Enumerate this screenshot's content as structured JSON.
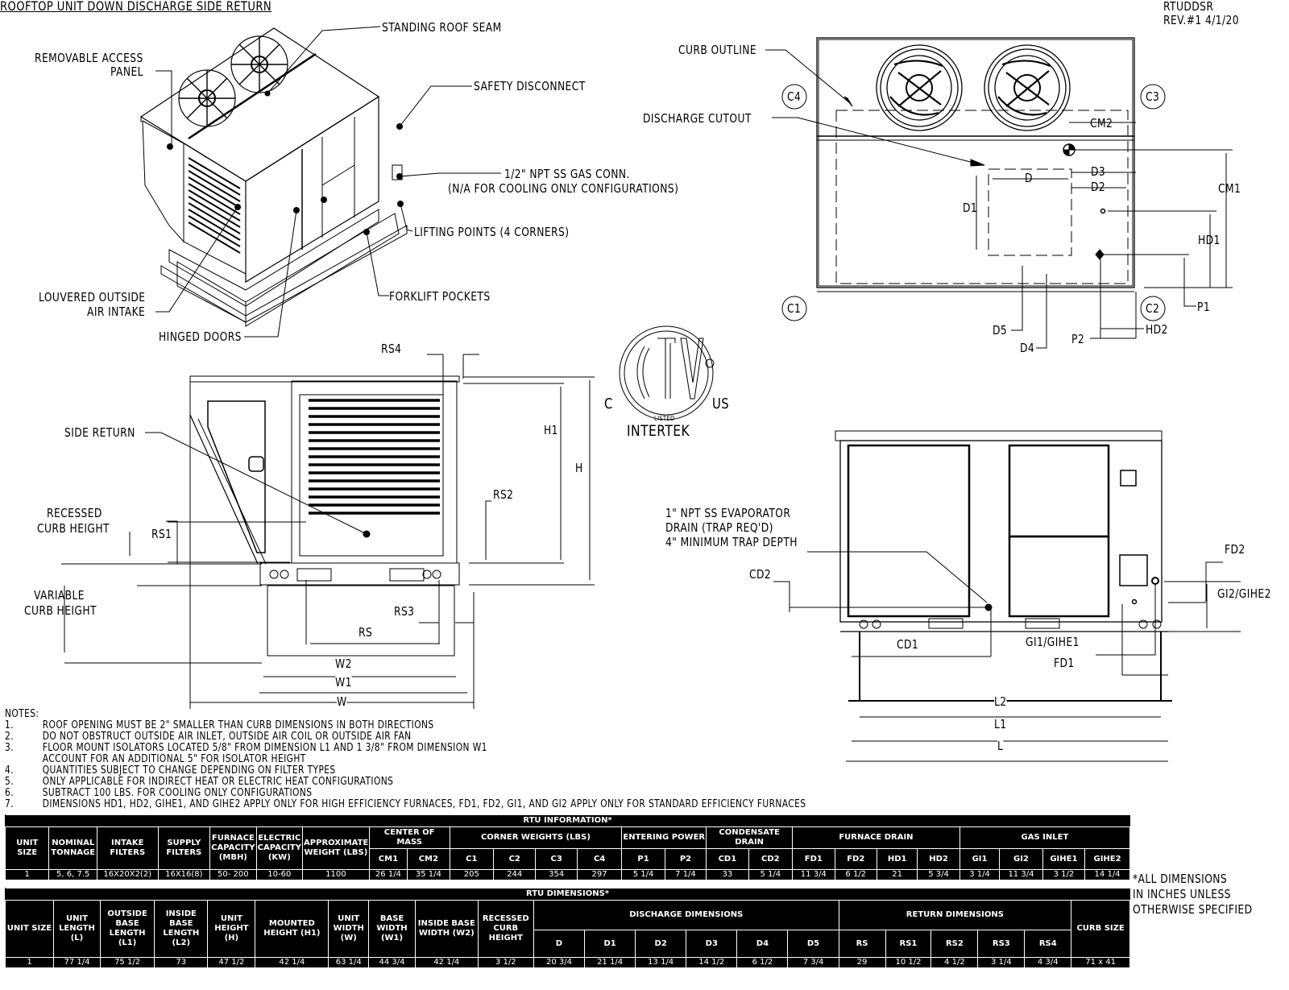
{
  "header": {
    "title": "ROOFTOP UNIT DOWN DISCHARGE SIDE RETURN",
    "drawing_id": "RTUDDSR",
    "revision": "REV.#1 4/1/20"
  },
  "isometric_view": {
    "callouts": {
      "standing_roof_seam": "STANDING ROOF SEAM",
      "removable_access_panel_1": "REMOVABLE ACCESS",
      "removable_access_panel_2": "PANEL",
      "safety_disconnect": "SAFETY DISCONNECT",
      "gas_conn_1": "1/2\" NPT SS GAS CONN.",
      "gas_conn_2": "(N/A FOR COOLING ONLY CONFIGURATIONS)",
      "lifting_points": "LIFTING POINTS (4 CORNERS)",
      "louvered_intake_1": "LOUVERED OUTSIDE",
      "louvered_intake_2": "AIR INTAKE",
      "forklift_pockets": "FORKLIFT POCKETS",
      "hinged_doors": "HINGED DOORS"
    }
  },
  "plan_view": {
    "callouts": {
      "curb_outline": "CURB OUTLINE",
      "discharge_cutout": "DISCHARGE CUTOUT"
    },
    "corners": [
      "C1",
      "C2",
      "C3",
      "C4"
    ],
    "dims": {
      "cm1": "CM1",
      "cm2": "CM2",
      "d": "D",
      "d1": "D1",
      "d2": "D2",
      "d3": "D3",
      "d4": "D4",
      "d5": "D5",
      "hd1": "HD1",
      "hd2": "HD2",
      "p1": "P1",
      "p2": "P2"
    }
  },
  "certification": {
    "mark": "ETL",
    "listed": "LISTED",
    "left": "C",
    "right": "US",
    "name": "INTERTEK"
  },
  "side_view": {
    "callouts": {
      "side_return": "SIDE RETURN",
      "recessed_1": "RECESSED",
      "recessed_2": "CURB HEIGHT",
      "variable_1": "VARIABLE",
      "variable_2": "CURB HEIGHT"
    },
    "dims": {
      "rs": "RS",
      "rs1": "RS1",
      "rs2": "RS2",
      "rs3": "RS3",
      "rs4": "RS4",
      "h": "H",
      "h1": "H1",
      "w": "W",
      "w1": "W1",
      "w2": "W2"
    }
  },
  "front_view": {
    "callouts": {
      "drain_1": "1\" NPT SS EVAPORATOR",
      "drain_2": "DRAIN (TRAP REQ'D)",
      "drain_3": "4\" MINIMUM TRAP DEPTH"
    },
    "dims": {
      "cd1": "CD1",
      "cd2": "CD2",
      "fd1": "FD1",
      "fd2": "FD2",
      "gi1": "GI1/GIHE1",
      "gi2": "GI2/GIHE2",
      "l": "L",
      "l1": "L1",
      "l2": "L2"
    }
  },
  "notes": {
    "heading": "NOTES:",
    "items": [
      {
        "num": "1.",
        "text": "ROOF OPENING MUST BE 2\" SMALLER THAN CURB DIMENSIONS IN BOTH DIRECTIONS"
      },
      {
        "num": "2.",
        "text": "DO NOT OBSTRUCT OUTSIDE AIR INLET, OUTSIDE AIR COIL OR OUTSIDE AIR FAN"
      },
      {
        "num": "3.",
        "text": "FLOOR MOUNT ISOLATORS LOCATED 5/8\" FROM DIMENSION L1 AND 1 3/8\" FROM DIMENSION W1"
      },
      {
        "num": "",
        "text": "ACCOUNT FOR AN ADDITIONAL 5\" FOR ISOLATOR HEIGHT"
      },
      {
        "num": "4.",
        "text": "QUANTITIES SUBJECT TO CHANGE DEPENDING ON FILTER TYPES"
      },
      {
        "num": "5.",
        "text": "ONLY APPLICABLE FOR INDIRECT HEAT OR ELECTRIC HEAT CONFIGURATIONS"
      },
      {
        "num": "6.",
        "text": "SUBTRACT 100 LBS. FOR COOLING ONLY CONFIGURATIONS"
      },
      {
        "num": "7.",
        "text": "DIMENSIONS HD1, HD2, GIHE1, AND GIHE2 APPLY ONLY FOR HIGH EFFICIENCY FURNACES, FD1, FD2, GI1, AND GI2 APPLY ONLY FOR STANDARD EFFICIENCY FURNACES"
      }
    ]
  },
  "rtu_information": {
    "title": "RTU INFORMATION*",
    "headers": {
      "unit_size": "UNIT SIZE",
      "nominal_tonnage": "NOMINAL TONNAGE",
      "intake_filters": "INTAKE FILTERS",
      "supply_filters": "SUPPLY FILTERS",
      "furnace_capacity": "FURNACE CAPACITY (MBH)",
      "electric_capacity": "ELECTRIC CAPACITY (KW)",
      "approx_weight": "APPROXIMATE WEIGHT (LBS)",
      "center_of_mass": "CENTER OF MASS",
      "corner_weights": "CORNER WEIGHTS (LBS)",
      "entering_power": "ENTERING POWER",
      "condensate_drain": "CONDENSATE DRAIN",
      "furnace_drain": "FURNACE DRAIN",
      "gas_inlet": "GAS INLET",
      "sub": [
        "CM1",
        "CM2",
        "C1",
        "C2",
        "C3",
        "C4",
        "P1",
        "P2",
        "CD1",
        "CD2",
        "FD1",
        "FD2",
        "HD1",
        "HD2",
        "GI1",
        "GI2",
        "GIHE1",
        "GIHE2"
      ]
    },
    "row": {
      "unit_size": "1",
      "nominal_tonnage": "5, 6, 7.5",
      "intake_filters": "16X20X2(2)",
      "supply_filters": "16X16(8)",
      "furnace_capacity": "50- 200",
      "electric_capacity": "10-60",
      "approx_weight": "1100",
      "values": [
        "26 1/4",
        "35 1/4",
        "205",
        "244",
        "354",
        "297",
        "5 1/4",
        "7 1/4",
        "33",
        "5 1/4",
        "11 3/4",
        "6 1/2",
        "21",
        "5 3/4",
        "3 1/4",
        "11 3/4",
        "3 1/2",
        "14 1/4"
      ]
    }
  },
  "rtu_dimensions": {
    "title": "RTU DIMENSIONS*",
    "headers": {
      "unit_size": "UNIT SIZE",
      "unit_length": "UNIT LENGTH (L)",
      "outside_base_length": "OUTSIDE BASE LENGTH (L1)",
      "inside_base_length": "INSIDE BASE LENGTH (L2)",
      "unit_height": "UNIT HEIGHT (H)",
      "mounted_height": "MOUNTED HEIGHT (H1)",
      "unit_width": "UNIT WIDTH (W)",
      "base_width": "BASE WIDTH (W1)",
      "inside_base_width": "INSIDE BASE WIDTH (W2)",
      "recessed_curb_height": "RECESSED CURB HEIGHT",
      "discharge_dimensions": "DISCHARGE DIMENSIONS",
      "return_dimensions": "RETURN DIMENSIONS",
      "curb_size": "CURB SIZE",
      "discharge_sub": [
        "D",
        "D1",
        "D2",
        "D3",
        "D4",
        "D5"
      ],
      "return_sub": [
        "RS",
        "RS1",
        "RS2",
        "RS3",
        "RS4"
      ]
    },
    "row": {
      "unit_size": "1",
      "unit_length": "77 1/4",
      "outside_base_length": "75 1/2",
      "inside_base_length": "73",
      "unit_height": "47 1/2",
      "mounted_height": "42 1/4",
      "unit_width": "63 1/4",
      "base_width": "44 3/4",
      "inside_base_width": "42 1/4",
      "recessed_curb_height": "3 1/2",
      "discharge": [
        "20 3/4",
        "21 1/4",
        "13 1/4",
        "14 1/2",
        "6 1/2",
        "7 3/4"
      ],
      "return": [
        "29",
        "10 1/2",
        "4 1/2",
        "3 1/4",
        "4 3/4"
      ],
      "curb_size": "71 x 41"
    }
  },
  "footnote": {
    "line1": "*ALL DIMENSIONS",
    "line2": "IN INCHES UNLESS",
    "line3": "OTHERWISE SPECIFIED"
  }
}
